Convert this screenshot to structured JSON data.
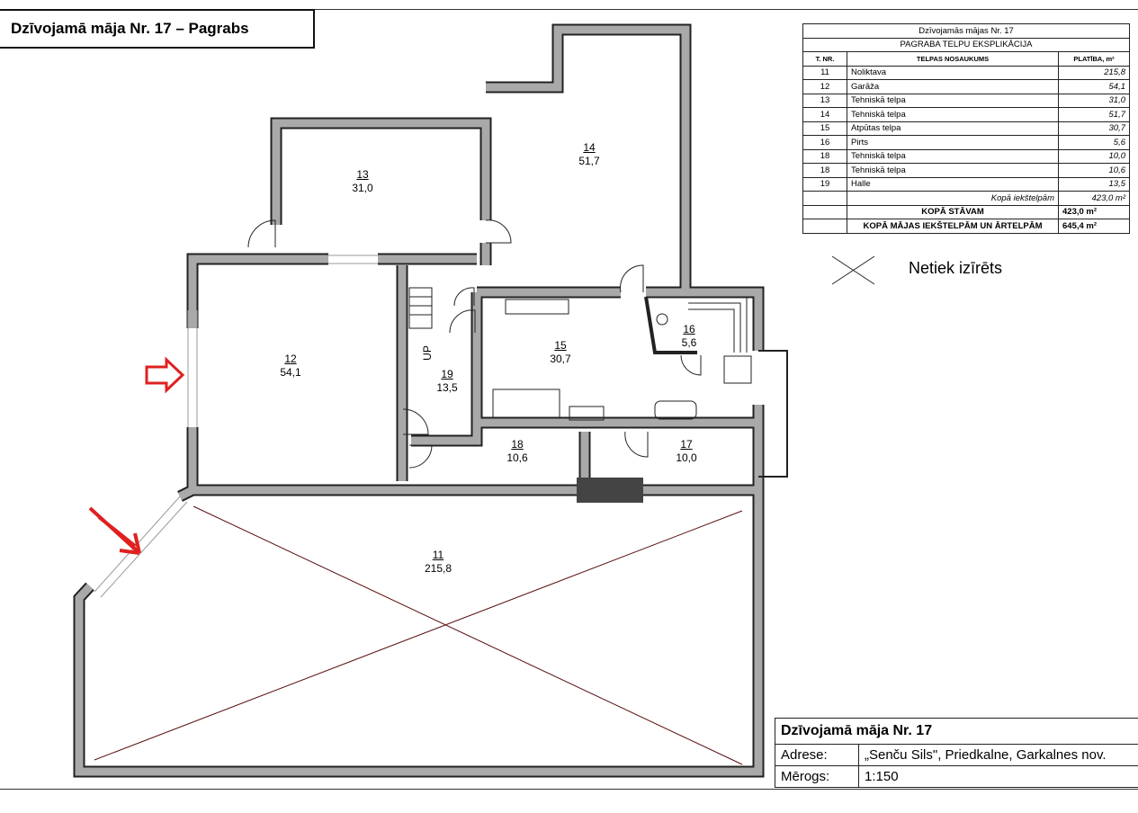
{
  "title": "Dzīvojamā māja Nr. 17 – Pagrabs",
  "explication": {
    "header1": "Dzīvojamās mājas Nr. 17",
    "header2": "PAGRABA TELPU EKSPLIKĀCIJA",
    "columns": [
      "T. NR.",
      "TELPAS NOSAUKUMS",
      "PLATĪBA, m²"
    ],
    "rows": [
      {
        "nr": "11",
        "name": "Noliktava",
        "area": "215,8"
      },
      {
        "nr": "12",
        "name": "Garāža",
        "area": "54,1"
      },
      {
        "nr": "13",
        "name": "Tehniskā telpa",
        "area": "31,0"
      },
      {
        "nr": "14",
        "name": "Tehniskā telpa",
        "area": "51,7"
      },
      {
        "nr": "15",
        "name": "Atpūtas telpa",
        "area": "30,7"
      },
      {
        "nr": "16",
        "name": "Pirts",
        "area": "5,6"
      },
      {
        "nr": "18",
        "name": "Tehniskā telpa",
        "area": "10,0"
      },
      {
        "nr": "18",
        "name": "Tehniskā telpa",
        "area": "10,6"
      },
      {
        "nr": "19",
        "name": "Halle",
        "area": "13,5"
      }
    ],
    "subtotal_label": "Kopā iekštelpām",
    "subtotal": "423,0 m²",
    "floor_total_label": "KOPĀ STĀVAM",
    "floor_total": "423,0 m²",
    "house_total_label": "KOPĀ MĀJAS IEKŠTELPĀM UN ĀRTELPĀM",
    "house_total": "645,4 m²"
  },
  "legend": {
    "not_rented": "Netiek izīrēts"
  },
  "stairs_label": "UP",
  "rooms": [
    {
      "nr": "13",
      "area": "31,0"
    },
    {
      "nr": "14",
      "area": "51,7"
    },
    {
      "nr": "12",
      "area": "54,1"
    },
    {
      "nr": "15",
      "area": "30,7"
    },
    {
      "nr": "16",
      "area": "5,6"
    },
    {
      "nr": "19",
      "area": "13,5"
    },
    {
      "nr": "18",
      "area": "10,6"
    },
    {
      "nr": "17",
      "area": "10,0"
    },
    {
      "nr": "11",
      "area": "215,8"
    }
  ],
  "titleblock": {
    "name": "Dzīvojamā māja Nr. 17",
    "address_label": "Adrese:",
    "address": "„Senču Sils\", Priedkalne, Garkalnes nov.",
    "scale_label": "Mērogs:",
    "scale": "1:150"
  },
  "colors": {
    "wall": "#a9a9a9",
    "arrow": "#e02020",
    "cross": "#5a1010"
  }
}
